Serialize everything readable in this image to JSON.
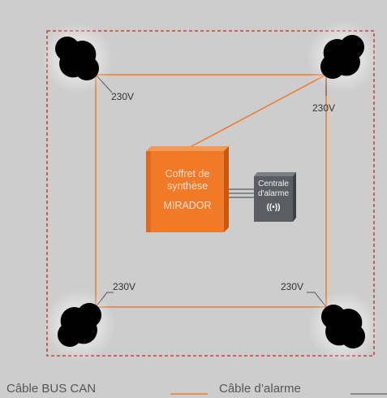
{
  "colors": {
    "background": "#cdcdcd",
    "orange": "#f07a28",
    "orange_dark": "#c65a12",
    "red_dashed": "#cc2222",
    "alarm_box": "#5a5d63",
    "alarm_box_dark": "#3d4045",
    "camera": "#000000"
  },
  "cameras": [
    {
      "name": "camera-top-left"
    },
    {
      "name": "camera-top-right"
    },
    {
      "name": "camera-bottom-left"
    },
    {
      "name": "camera-bottom-right"
    }
  ],
  "labels": {
    "top_left_voltage": "230V",
    "top_right_voltage": "230V",
    "bottom_left_voltage": "230V",
    "bottom_right_voltage": "230V"
  },
  "synthesis_box": {
    "line1": "Coffret de",
    "line2": "synthèse",
    "line3": "MIRADOR"
  },
  "alarm_central": {
    "line1": "Centrale",
    "line2": "d'alarme",
    "icon": "alarm-signal-icon",
    "icon_glyph": "((•))"
  },
  "legend": {
    "bus_can": "Câble BUS CAN",
    "alarm_cable": "Câble d’alarme"
  }
}
